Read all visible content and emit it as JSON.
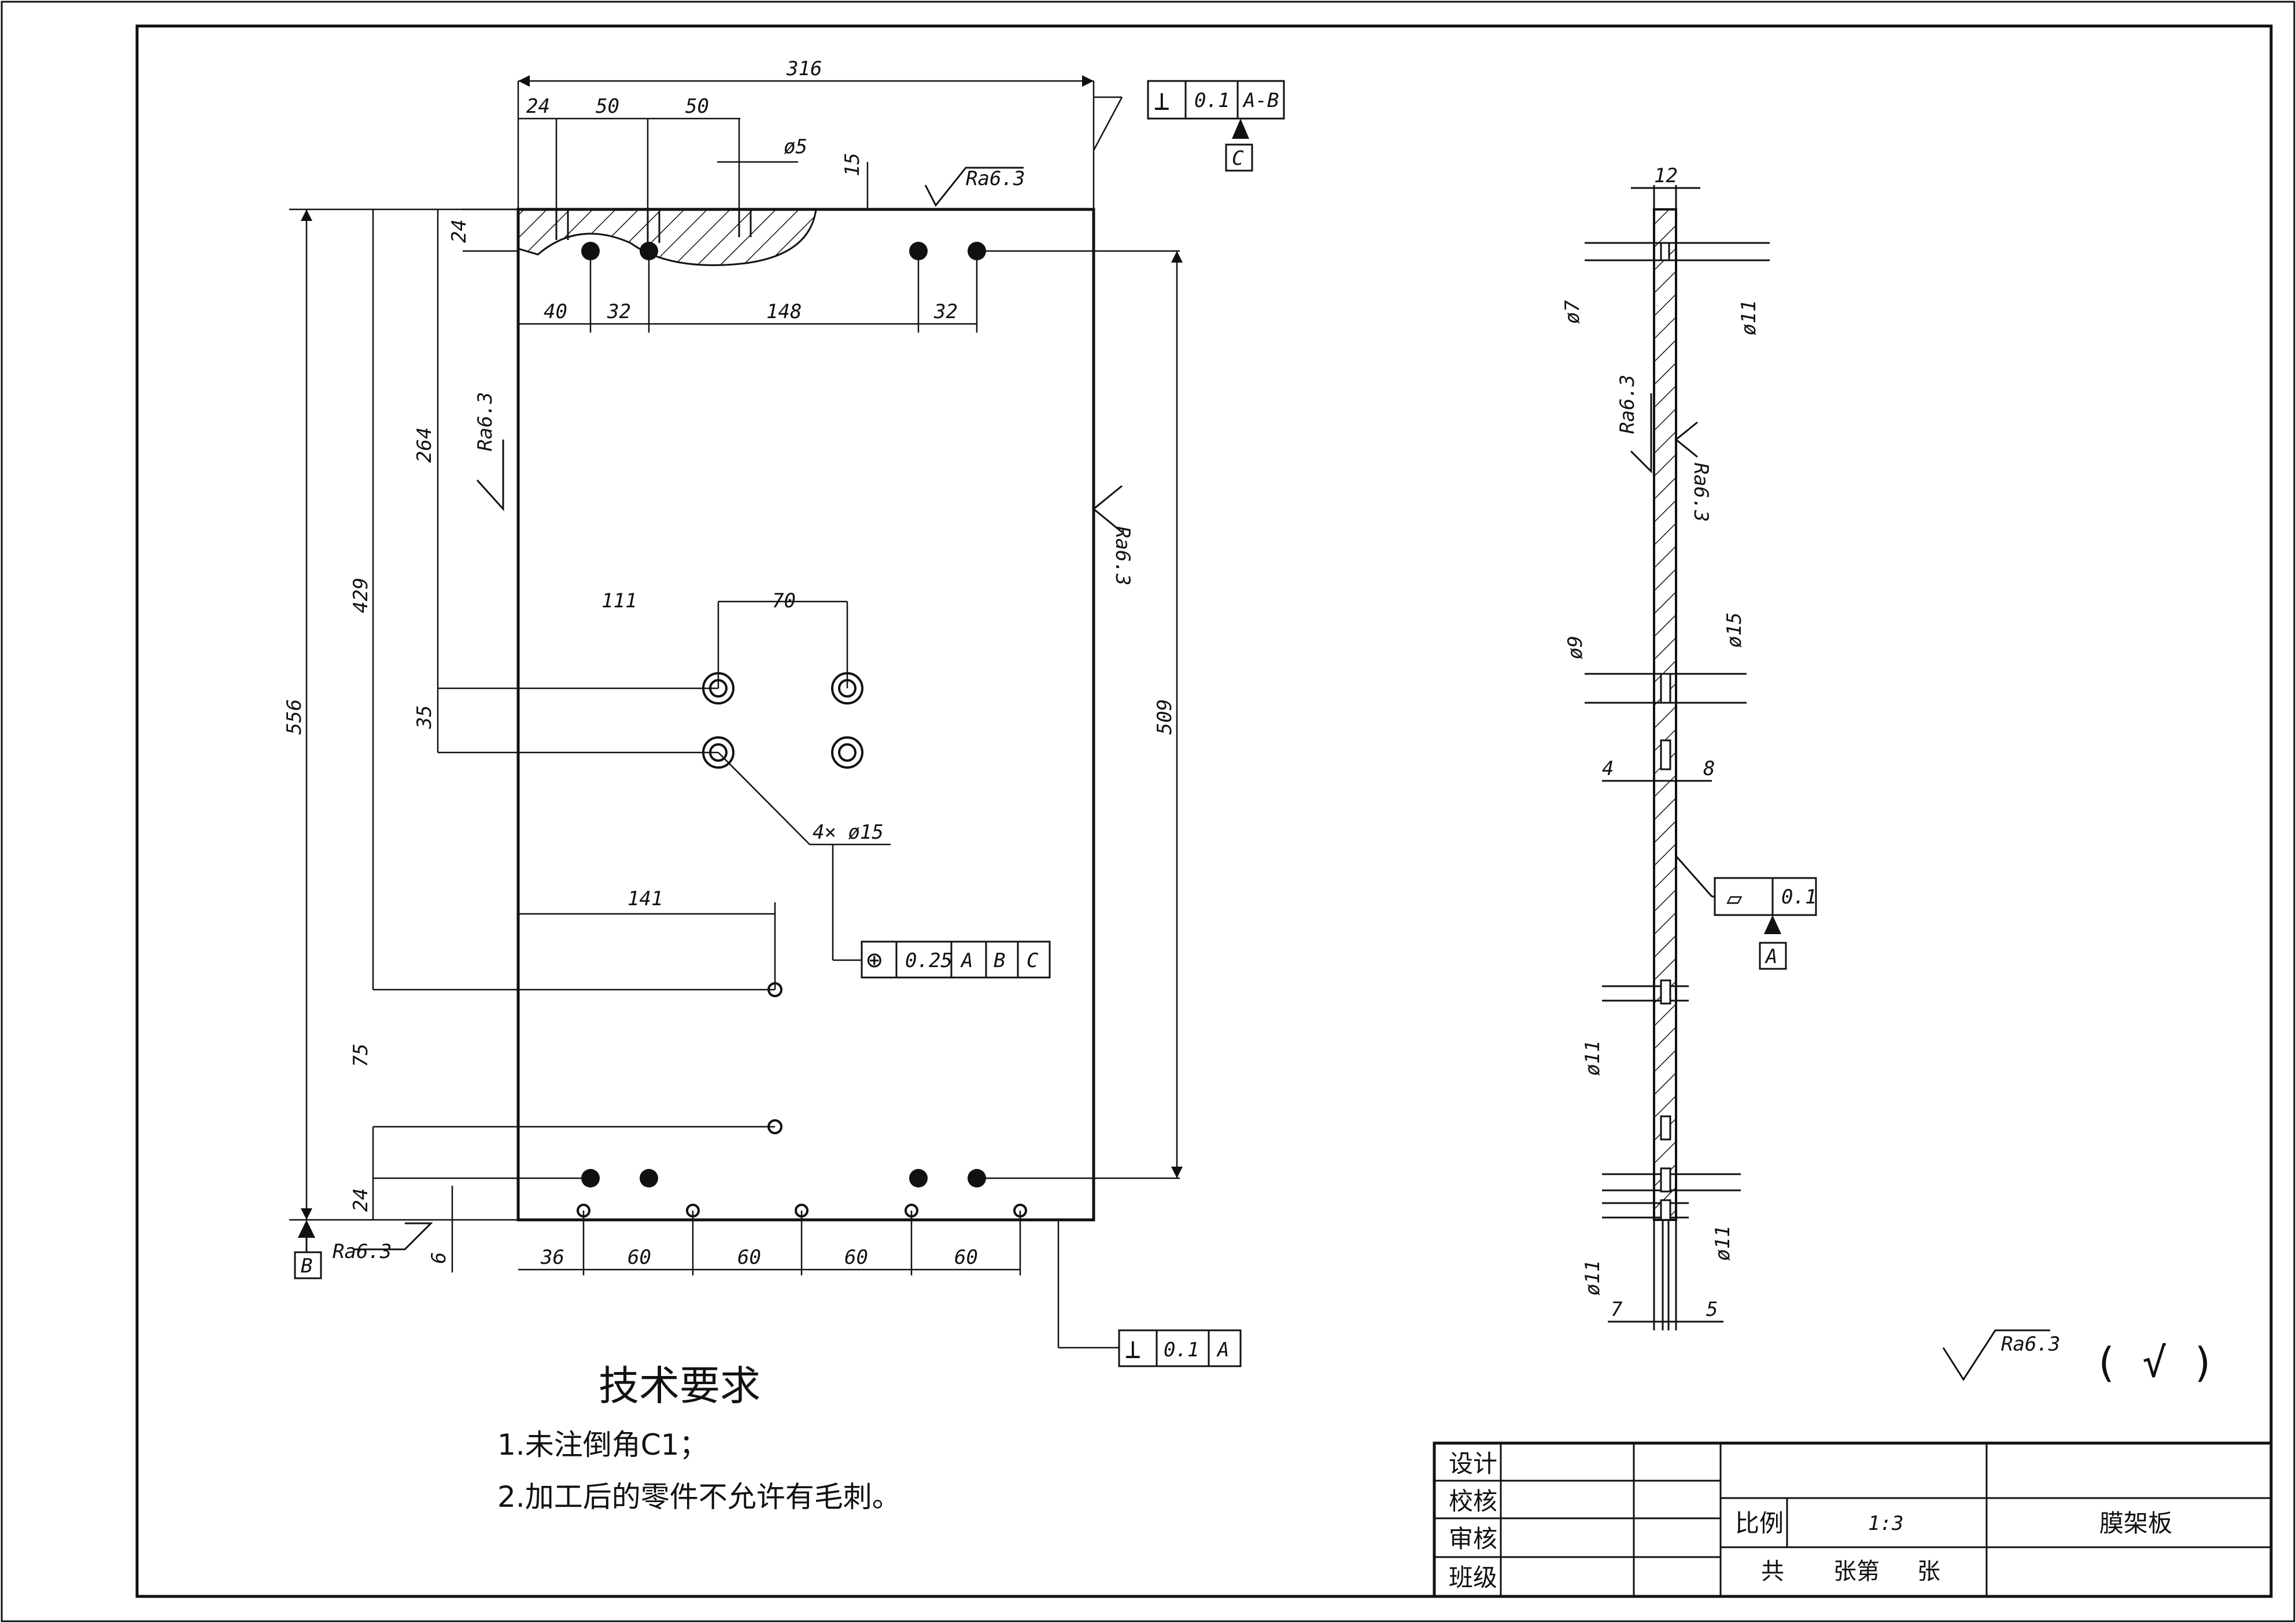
{
  "main_view": {
    "dims": {
      "overall_width": "316",
      "top_offsets": [
        "24",
        "50",
        "50"
      ],
      "slot_dia": "ø5",
      "slot_depth": "15",
      "top_band": "24",
      "hole_spacing_top": [
        "40",
        "32",
        "148",
        "32"
      ],
      "total_height": "556",
      "height_429": "429",
      "height_264": "264",
      "height_35": "35",
      "height_75": "75",
      "bottom_24": "24",
      "bottom_6": "6",
      "right_509": "509",
      "h_111": "111",
      "h_70": "70",
      "h_141": "141",
      "bottom_spacing": [
        "36",
        "60",
        "60",
        "60",
        "60"
      ],
      "hole_callout": "4× ø15"
    },
    "roughness": {
      "value": "Ra6.3"
    },
    "datum_b": "B",
    "tolerance_top": {
      "symbol": "⊥",
      "value": "0.1",
      "datum": "A-B",
      "label": "C"
    },
    "tolerance_position": {
      "symbol": "⊕",
      "value": "0.25",
      "datums": [
        "A",
        "B",
        "C"
      ]
    },
    "tolerance_bottom": {
      "symbol": "⊥",
      "value": "0.1",
      "datum": "A"
    }
  },
  "side_view": {
    "dims": {
      "thickness": "12",
      "d7": "ø7",
      "d11_top": "ø11",
      "d9": "ø9",
      "d15": "ø15",
      "d4": "4",
      "d8": "8",
      "d11_left": "ø11",
      "d11_bottom_left": "ø11",
      "d11_bottom_right": "ø11",
      "d7_bottom": "7",
      "d5_bottom": "5"
    },
    "roughness": "Ra6.3",
    "flatness": {
      "symbol": "▱",
      "value": "0.1",
      "datum": "A"
    }
  },
  "general_roughness": {
    "value": "Ra6.3",
    "note": "( √ )"
  },
  "technical_requirements": {
    "title": "技术要求",
    "items": [
      "1.未注倒角C1；",
      "2.加工后的零件不允许有毛刺。"
    ]
  },
  "title_block": {
    "roles": [
      "设计",
      "校核",
      "审核",
      "班级"
    ],
    "scale_label": "比例",
    "scale_value": "1:3",
    "part_name": "膜架板",
    "sheet_total": "共",
    "sheet_of": "张第",
    "sheet_unit": "张"
  }
}
